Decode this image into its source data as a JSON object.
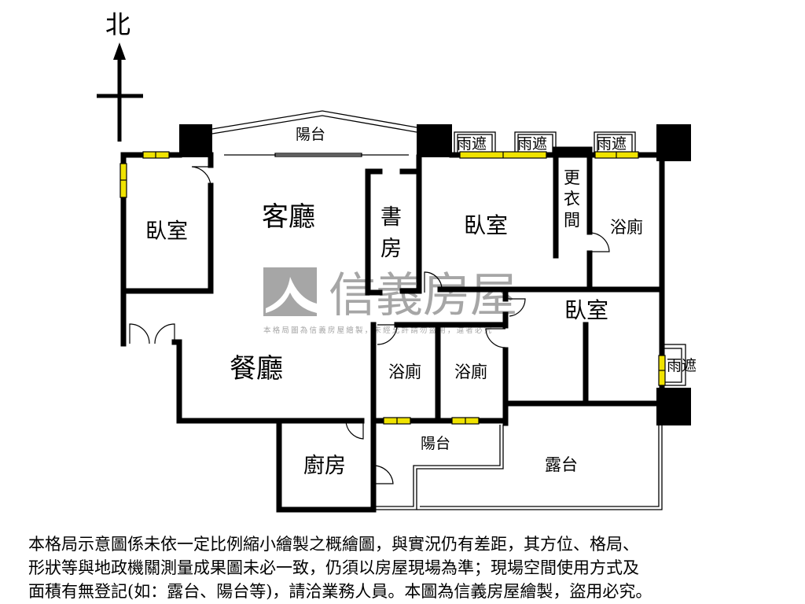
{
  "compass": {
    "north_label": "北"
  },
  "rooms": {
    "balcony_top": "陽台",
    "living_room": "客廳",
    "bedroom_left": "臥室",
    "study": [
      "書",
      "房"
    ],
    "bedroom_master": "臥室",
    "walk_in_closet": [
      "更",
      "衣",
      "間"
    ],
    "bath_master": "浴廁",
    "bedroom_third": "臥室",
    "dining_room": "餐廳",
    "bath_1": "浴廁",
    "bath_2": "浴廁",
    "kitchen": "廚房",
    "balcony_bottom": "陽台",
    "terrace": "露台",
    "awning_1": "雨遮",
    "awning_2": "雨遮",
    "awning_3": "雨遮",
    "awning_4": "雨遮"
  },
  "watermark": {
    "brand": "信義房屋",
    "subtext": "本格局圖為信義房屋繪製，未經允許請勿盜用，違者必究"
  },
  "disclaimer": [
    "本格局示意圖係未依一定比例縮小繪製之概繪圖，與實況仍有差距，其方位、格局、",
    "形狀等與地政機關測量成果圖未必一致，仍須以房屋現場為準；現場空間使用方式及",
    "面積有無登記(如：露台、陽台等)，請洽業務人員。本圖為信義房屋繪製，盜用必究。"
  ],
  "colors": {
    "wall": "#000000",
    "window": "#f0e300",
    "watermark": "#a6a6a6"
  }
}
